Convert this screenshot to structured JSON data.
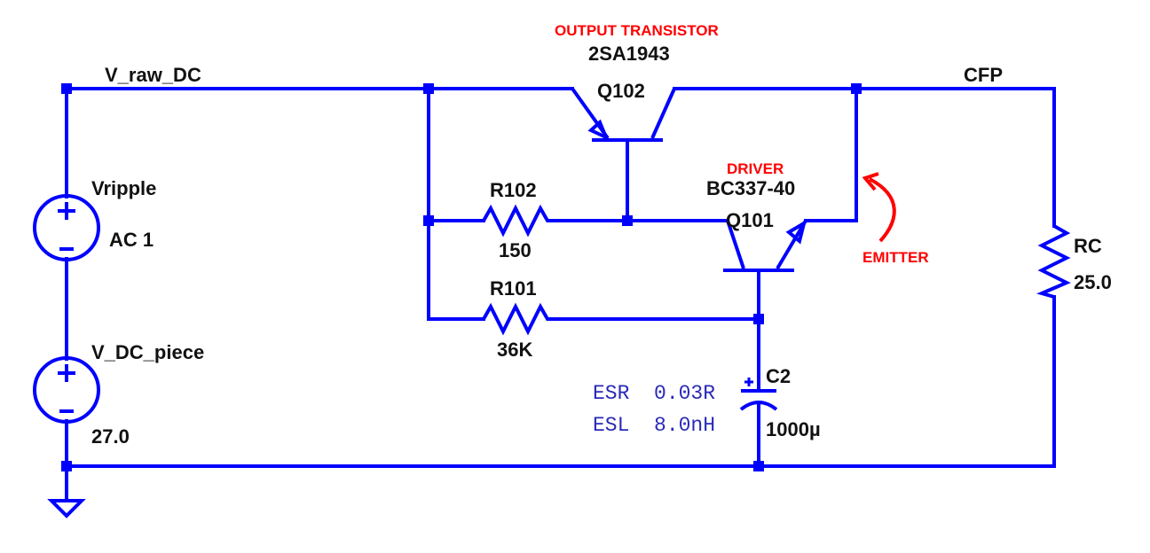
{
  "nets": {
    "raw_dc": "V_raw_DC",
    "output": "CFP"
  },
  "sources": {
    "vripple": {
      "name": "Vripple",
      "value": "AC 1"
    },
    "vdc": {
      "name": "V_DC_piece",
      "value": "27.0"
    }
  },
  "output_transistor": {
    "annotation": "OUTPUT TRANSISTOR",
    "part": "2SA1943",
    "ref": "Q102"
  },
  "driver_transistor": {
    "annotation": "DRIVER",
    "part": "BC337-40",
    "ref": "Q101"
  },
  "resistors": {
    "r102": {
      "ref": "R102",
      "value": "150"
    },
    "r101": {
      "ref": "R101",
      "value": "36K"
    },
    "rc": {
      "ref": "RC",
      "value": "25.0"
    }
  },
  "capacitor": {
    "ref": "C2",
    "value": "1000µ",
    "esr": "ESR  0.03R",
    "esl": "ESL  8.0nH"
  },
  "callout": {
    "text": "EMITTER"
  },
  "colors": {
    "wire": "#0000ff",
    "annotation": "#ff0000",
    "param_text": "#2a2ab8",
    "label": "#111111"
  }
}
